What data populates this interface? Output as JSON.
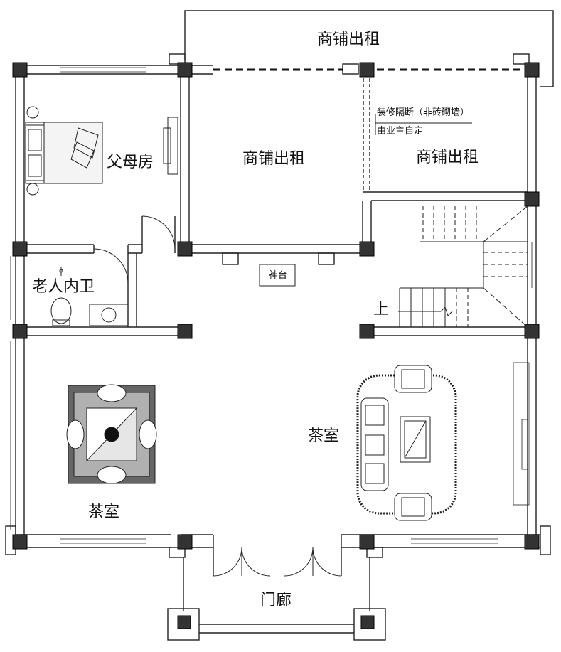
{
  "labels": {
    "top_shop": "商铺出租",
    "shop_center": "商铺出租",
    "shop_right": "商铺出租",
    "parents_room": "父母房",
    "elder_bath": "老人内卫",
    "partition_note_1": "装修隔断（非砖砌墙）",
    "partition_note_2": "由业主自定",
    "shrine": "神台",
    "stair_up": "上",
    "tea_room_right": "茶室",
    "tea_room_left": "茶室",
    "porch": "门廊"
  },
  "colors": {
    "wall": "#222222",
    "column": "#333333",
    "rug_dark": "#666666",
    "rug_light": "#b0b0b0"
  }
}
